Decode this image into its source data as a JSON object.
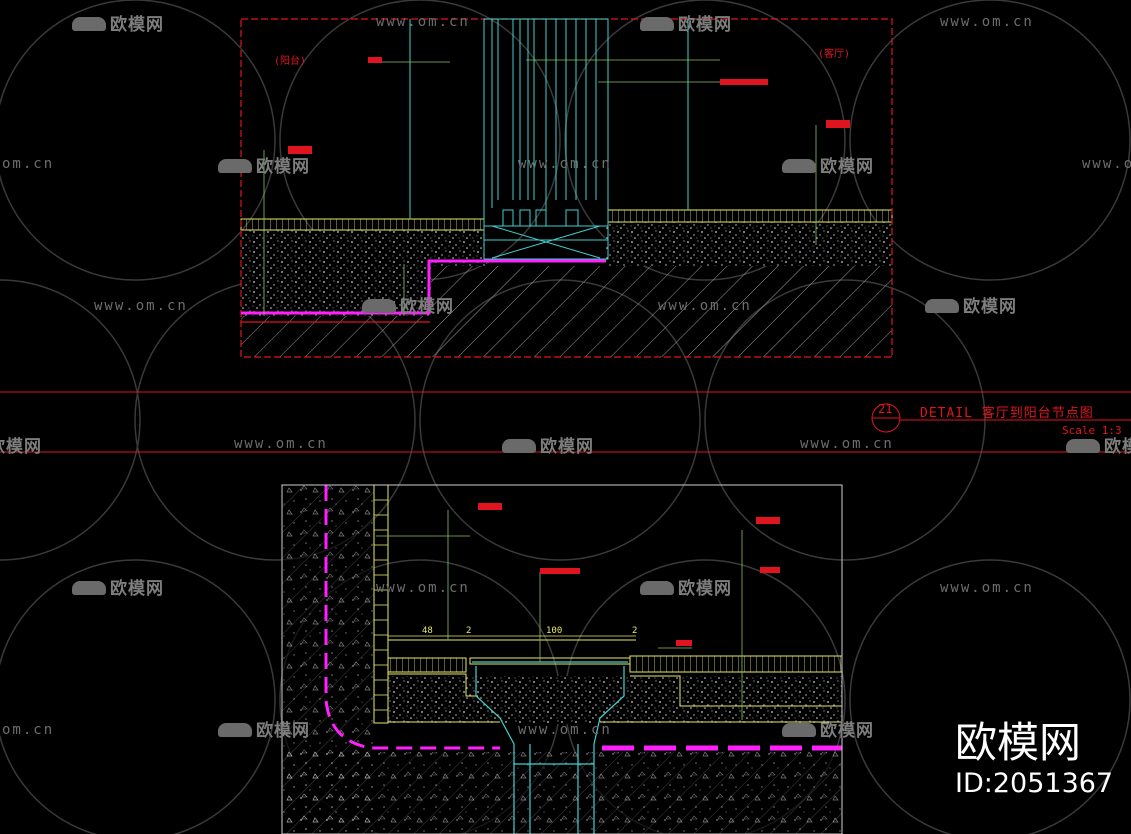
{
  "title_block": {
    "number": "21",
    "title": "DETAIL 客厅到阳台节点图",
    "scale": "Scale 1:3"
  },
  "top_detail": {
    "room_left": "(阳台)",
    "room_right": "(客厅)"
  },
  "bottom_detail": {
    "dims": [
      "48",
      "2",
      "100",
      "2"
    ]
  },
  "watermark": {
    "brand": "欧模网",
    "url": "www.om.cn",
    "url_short": "om.cn"
  },
  "overlay": {
    "brand": "欧模网",
    "id": "ID:2051367"
  },
  "colors": {
    "background": "#000000",
    "frame_red": "#e0141e",
    "line_cyan": "#3fd1d1",
    "line_yellow": "#e8e86a",
    "line_magenta": "#ff1fff",
    "line_green": "#8fbf5a",
    "hatch_white": "#c8c8c8"
  }
}
